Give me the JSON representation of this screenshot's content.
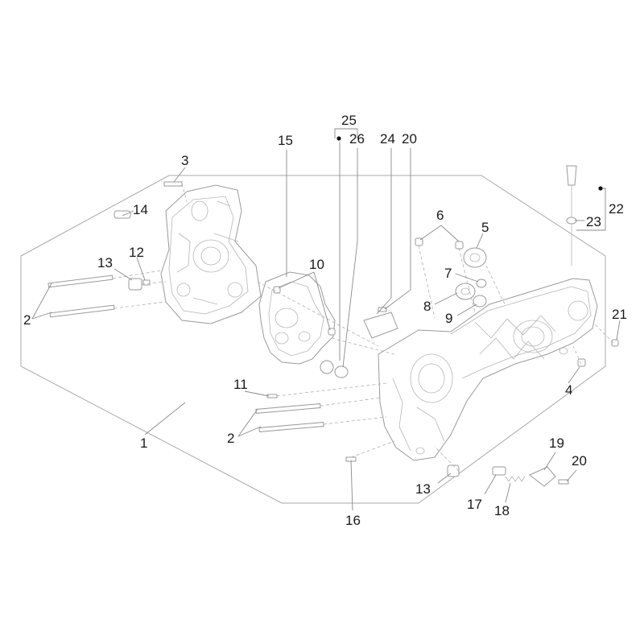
{
  "diagram": {
    "callouts": [
      {
        "id": "c1",
        "label": "1"
      },
      {
        "id": "c2a",
        "label": "2"
      },
      {
        "id": "c2b",
        "label": "2"
      },
      {
        "id": "c3",
        "label": "3"
      },
      {
        "id": "c4",
        "label": "4"
      },
      {
        "id": "c5",
        "label": "5"
      },
      {
        "id": "c6",
        "label": "6"
      },
      {
        "id": "c7",
        "label": "7"
      },
      {
        "id": "c8",
        "label": "8"
      },
      {
        "id": "c9",
        "label": "9"
      },
      {
        "id": "c10",
        "label": "10"
      },
      {
        "id": "c11",
        "label": "11"
      },
      {
        "id": "c12",
        "label": "12"
      },
      {
        "id": "c13a",
        "label": "13"
      },
      {
        "id": "c13b",
        "label": "13"
      },
      {
        "id": "c14",
        "label": "14"
      },
      {
        "id": "c15",
        "label": "15"
      },
      {
        "id": "c16",
        "label": "16"
      },
      {
        "id": "c17",
        "label": "17"
      },
      {
        "id": "c18",
        "label": "18"
      },
      {
        "id": "c19",
        "label": "19"
      },
      {
        "id": "c20a",
        "label": "20"
      },
      {
        "id": "c20b",
        "label": "20"
      },
      {
        "id": "c21",
        "label": "21"
      },
      {
        "id": "c22",
        "label": "22"
      },
      {
        "id": "c23",
        "label": "23"
      },
      {
        "id": "c24",
        "label": "24"
      },
      {
        "id": "c25",
        "label": "25"
      },
      {
        "id": "c26",
        "label": "26"
      }
    ]
  }
}
